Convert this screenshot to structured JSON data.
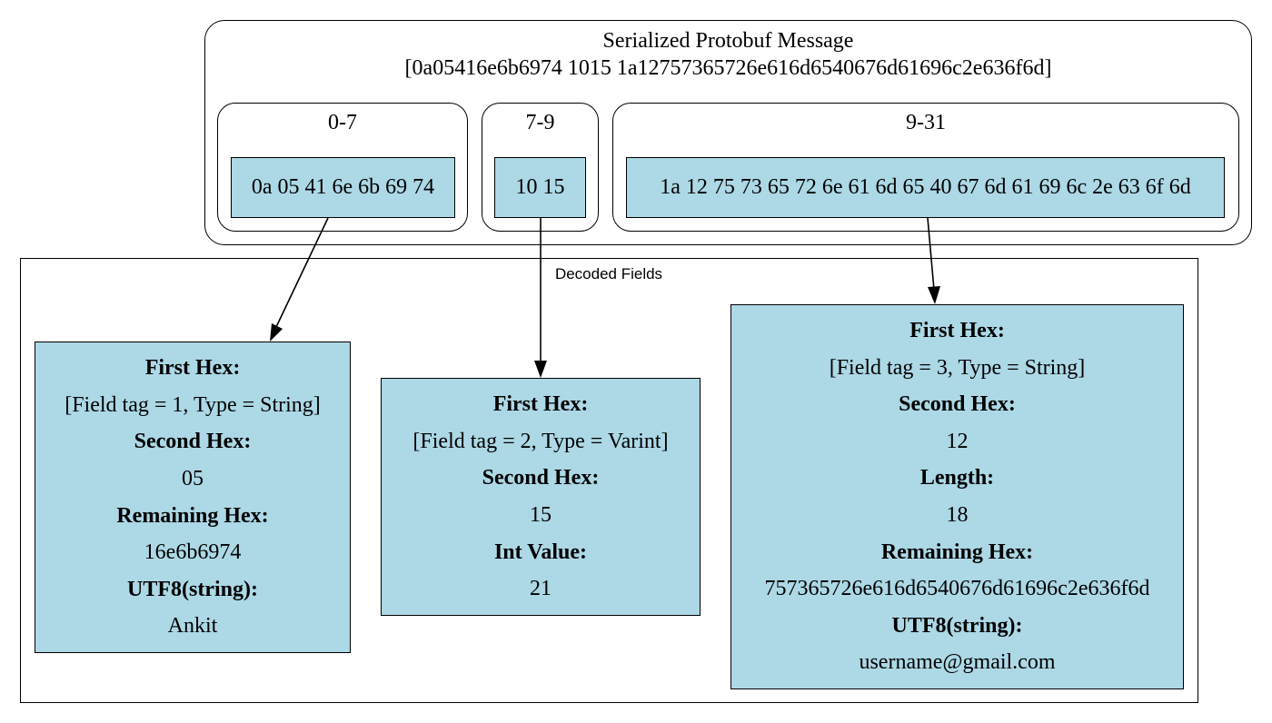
{
  "message": {
    "title": "Serialized Protobuf Message",
    "bytes": "[0a05416e6b6974 1015 1a12757365726e616d6540676d61696c2e636f6d]",
    "segments": [
      {
        "range": "0-7",
        "hex": "0a 05 41 6e 6b 69 74"
      },
      {
        "range": "7-9",
        "hex": "10 15"
      },
      {
        "range": "9-31",
        "hex": "1a 12 75 73 65 72 6e 61 6d 65 40 67 6d 61 69 6c 2e 63 6f 6d"
      }
    ]
  },
  "decoded": {
    "label": "Decoded Fields",
    "fields": [
      {
        "first_hex_label": "First Hex:",
        "first_hex_value": "[Field tag = 1, Type = String]",
        "second_hex_label": "Second Hex:",
        "second_hex_value": "05",
        "remaining_hex_label": "Remaining Hex:",
        "remaining_hex_value": "16e6b6974",
        "utf8_label": "UTF8(string):",
        "utf8_value": "Ankit"
      },
      {
        "first_hex_label": "First Hex:",
        "first_hex_value": "[Field tag = 2, Type = Varint]",
        "second_hex_label": "Second Hex:",
        "second_hex_value": "15",
        "int_label": "Int Value:",
        "int_value": "21"
      },
      {
        "first_hex_label": "First Hex:",
        "first_hex_value": "[Field tag = 3, Type = String]",
        "second_hex_label": "Second Hex:",
        "second_hex_value": "12",
        "length_label": "Length:",
        "length_value": "18",
        "remaining_hex_label": "Remaining Hex:",
        "remaining_hex_value": "757365726e616d6540676d61696c2e636f6d",
        "utf8_label": "UTF8(string):",
        "utf8_value": "username@gmail.com"
      }
    ]
  },
  "colors": {
    "node_fill": "#add8e6",
    "stroke": "#000000",
    "background": "#ffffff"
  }
}
